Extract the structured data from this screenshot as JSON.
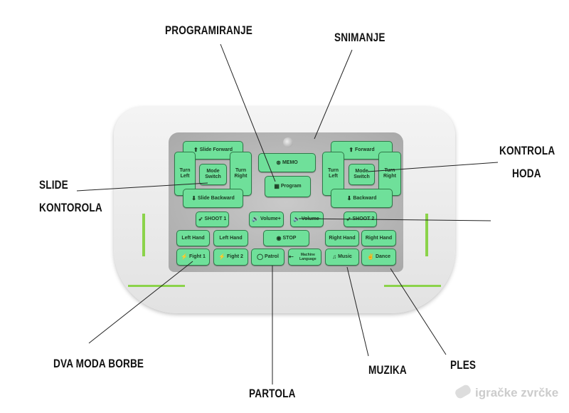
{
  "labels": {
    "programiranje": "PROGRAMIRANJE",
    "snimanje": "SNIMANJE",
    "kontrola_1": "KONTROLA",
    "kontrola_2": "HODA",
    "slide_1": "SLIDE",
    "slide_2": "KONTOROLA",
    "dva_moda": "DVA MODA BORBE",
    "partola": "PARTOLA",
    "muzika": "MUZIKA",
    "ples": "PLES"
  },
  "buttons": {
    "slide_forward": "Slide Forward",
    "turn_left_l": "Turn Left",
    "mode_switch_l": "Mode Switch",
    "turn_right_l": "Turn Right",
    "slide_backward": "Slide Backward",
    "memo": "MEMO",
    "program": "Program",
    "forward": "Forward",
    "turn_left_r": "Turn Left",
    "mode_switch_r": "Mode Switch",
    "turn_right_r": "Turn Right",
    "backward": "Backward",
    "shoot1": "SHOOT 1",
    "volume_plus": "Volume+",
    "volume_minus": "Volume-",
    "shoot2": "SHOOT 2",
    "left_hand_1": "Left Hand",
    "left_hand_2": "Left Hand",
    "stop": "STOP",
    "right_hand_1": "Right Hand",
    "right_hand_2": "Right Hand",
    "fight1": "Fight 1",
    "fight2": "Fight 2",
    "patrol": "Patrol",
    "machine_language": "Machine Language",
    "music": "Music",
    "dance": "Dance"
  },
  "watermark": "igračke zvrčke"
}
